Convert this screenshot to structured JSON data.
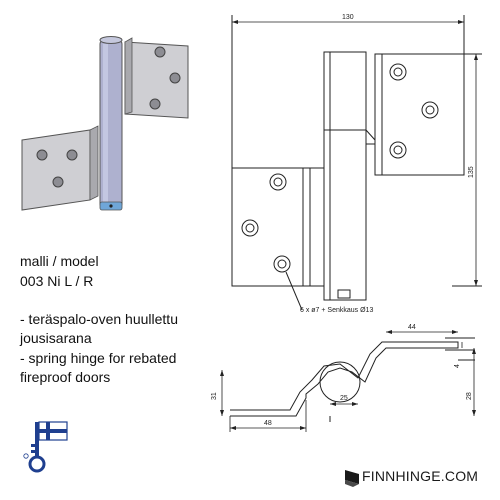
{
  "model": {
    "label": "malli / model",
    "code": "003 Ni L / R"
  },
  "description": {
    "fi_line1": "- teräspalo-oven huullettu",
    "fi_line2": "jousisarana",
    "en_line1": "- spring hinge for rebated",
    "en_line2": "fireproof doors"
  },
  "front_view": {
    "width_dim": "130",
    "height_dim": "135",
    "hole_note": "6 x ø7 + Senkkaus Ø13"
  },
  "section_view": {
    "dim_top": "44",
    "dim_right_small": "4",
    "dim_right": "28",
    "dim_left": "31",
    "dim_center": "25",
    "dim_bottom": "48"
  },
  "brand": {
    "name": "FINNHINGE.COM"
  },
  "colors": {
    "line": "#222222",
    "steel": "#c8c8cc",
    "barrel": "#aeb1cf",
    "flag_blue": "#1f3f8f"
  }
}
